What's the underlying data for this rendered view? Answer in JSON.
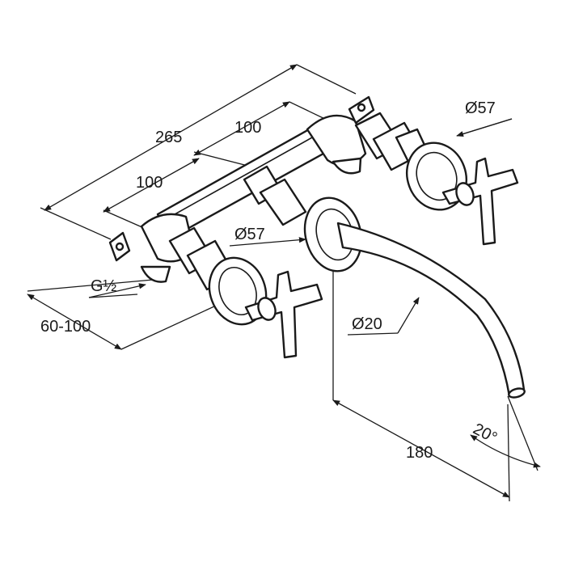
{
  "dimensions": {
    "overall_width": "265",
    "upper_spacing": "100",
    "lower_spacing": "100",
    "rosette_diameter_upper": "Ø57",
    "rosette_diameter_center": "Ø57",
    "thread": "G½",
    "wall_depth": "60-100",
    "spout_diameter": "Ø20",
    "spout_projection": "180",
    "spout_angle": "20°"
  },
  "colors": {
    "line": "#1a1a1a",
    "background": "#ffffff"
  }
}
